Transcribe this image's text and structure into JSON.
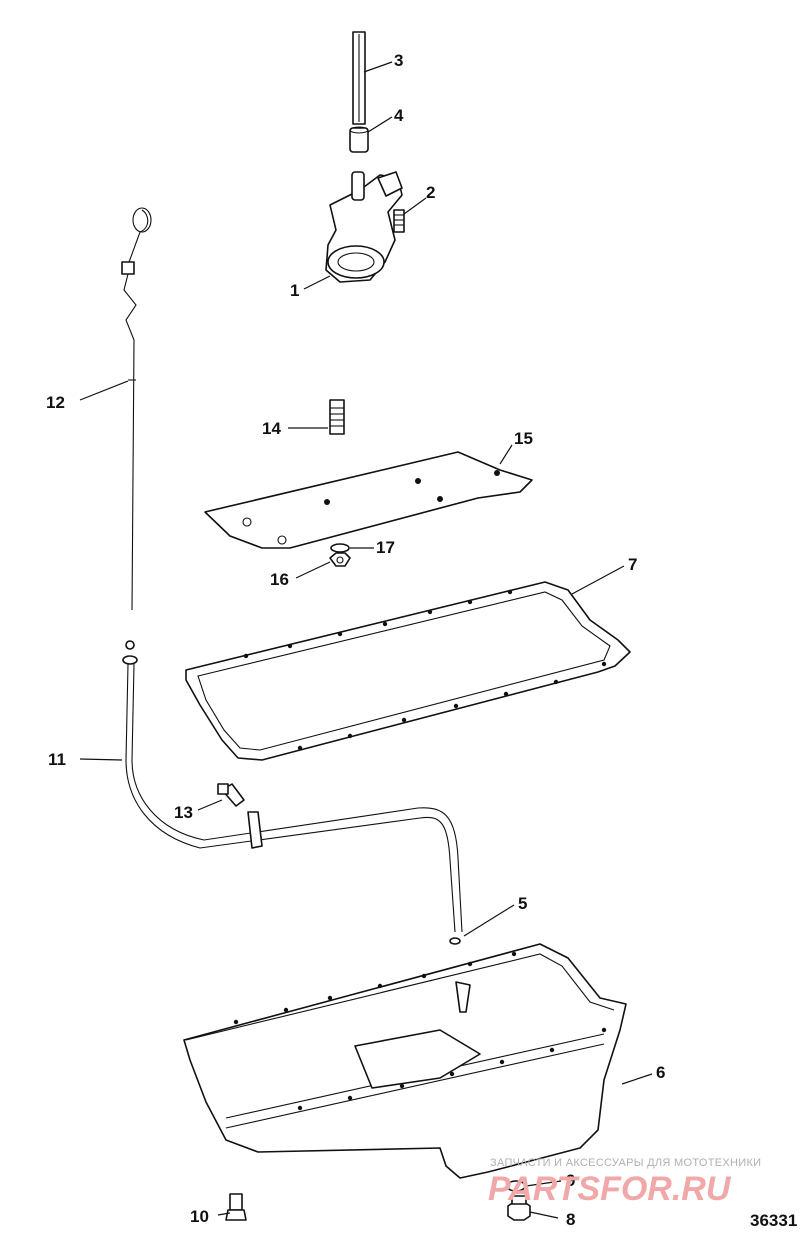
{
  "callouts": [
    {
      "id": "1",
      "label": "1"
    },
    {
      "id": "2",
      "label": "2"
    },
    {
      "id": "3",
      "label": "3"
    },
    {
      "id": "4",
      "label": "4"
    },
    {
      "id": "5",
      "label": "5"
    },
    {
      "id": "6",
      "label": "6"
    },
    {
      "id": "7",
      "label": "7"
    },
    {
      "id": "8",
      "label": "8"
    },
    {
      "id": "9",
      "label": "9"
    },
    {
      "id": "10",
      "label": "10"
    },
    {
      "id": "11",
      "label": "11"
    },
    {
      "id": "12",
      "label": "12"
    },
    {
      "id": "13",
      "label": "13"
    },
    {
      "id": "14",
      "label": "14"
    },
    {
      "id": "15",
      "label": "15"
    },
    {
      "id": "16",
      "label": "16"
    },
    {
      "id": "17",
      "label": "17"
    }
  ],
  "figure_number": "36331",
  "watermark": {
    "tagline": "ЗАПЧАСТИ И АКСЕССУАРЫ ДЛЯ МОТОТЕХНИКИ",
    "logo": "PARTSFOR.RU"
  }
}
